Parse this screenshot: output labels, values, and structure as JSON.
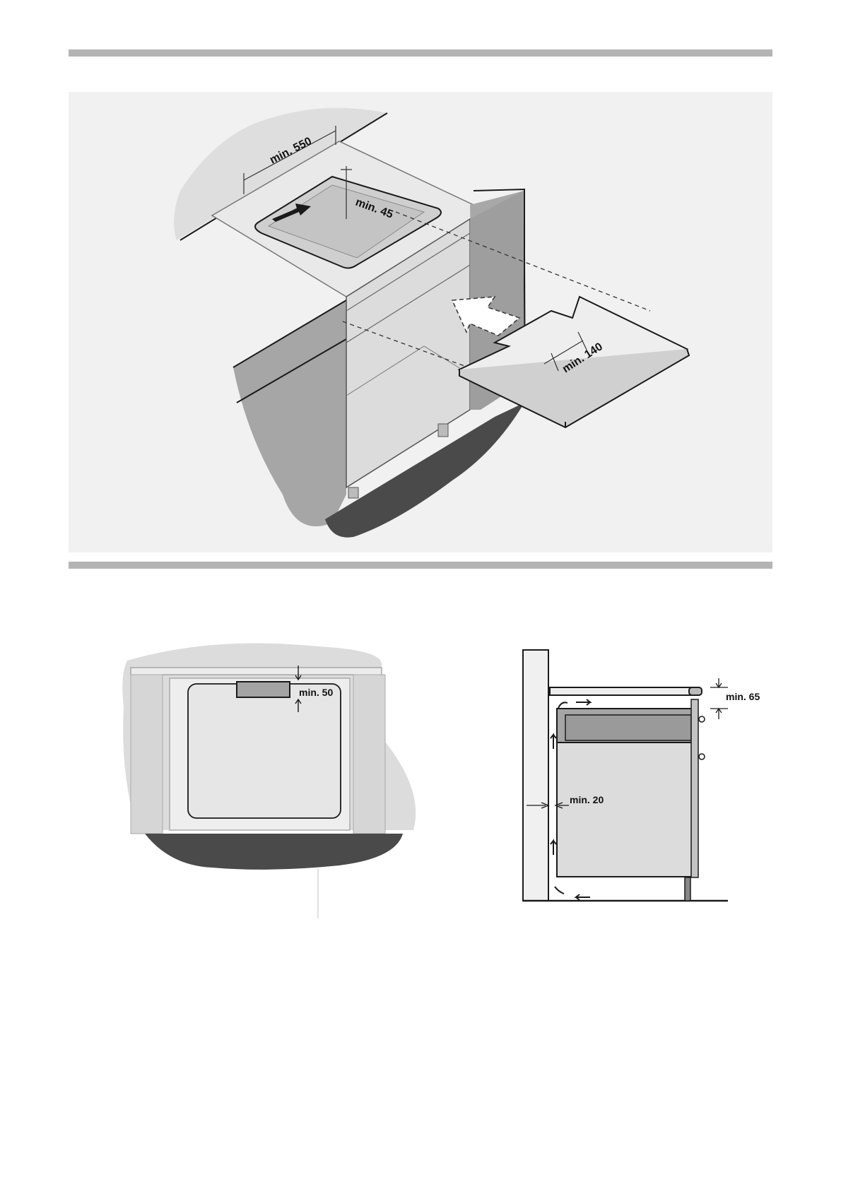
{
  "labels": {
    "min_550": "min. 550",
    "min_45": "min. 45",
    "min_140": "min. 140",
    "min_50": "min. 50",
    "min_65": "min. 65",
    "min_20": "min. 20"
  },
  "colors": {
    "rule": "#b4b4b4",
    "panel_light": "#e6e6e6",
    "wall_grey": "#a3a3a3",
    "shadow_dark": "#4a4a4a",
    "line": "#1a1a1a"
  }
}
